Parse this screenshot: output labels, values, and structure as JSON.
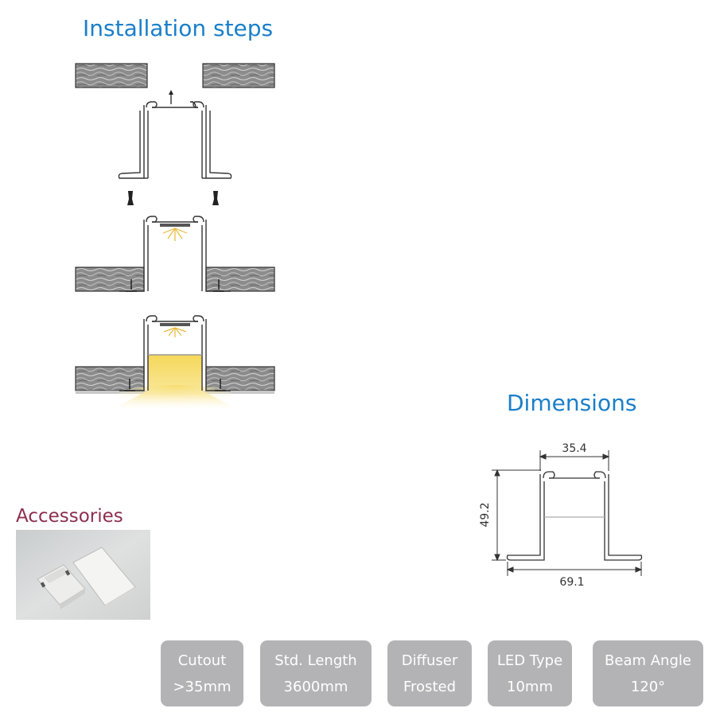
{
  "titles": {
    "installation": "Installation steps",
    "dimensions": "Dimensions",
    "accessories": "Accessories"
  },
  "dimensions": {
    "top_width": "35.4",
    "height": "49.2",
    "bottom_width": "69.1"
  },
  "specs": [
    {
      "label": "Cutout",
      "value": ">35mm"
    },
    {
      "label": "Std. Length",
      "value": "3600mm"
    },
    {
      "label": "Diffuser",
      "value": "Frosted"
    },
    {
      "label": "LED Type",
      "value": "10mm"
    },
    {
      "label": "Beam Angle",
      "value": "120°"
    }
  ],
  "colors": {
    "heading_blue": "#1a7fc9",
    "accessories_maroon": "#8d2e4f",
    "spec_box": "#b3b3b5",
    "light_yellow": "#f7e07a"
  },
  "icons": [
    "insert-arrow-icon",
    "screw-icon",
    "led-light-icon"
  ]
}
